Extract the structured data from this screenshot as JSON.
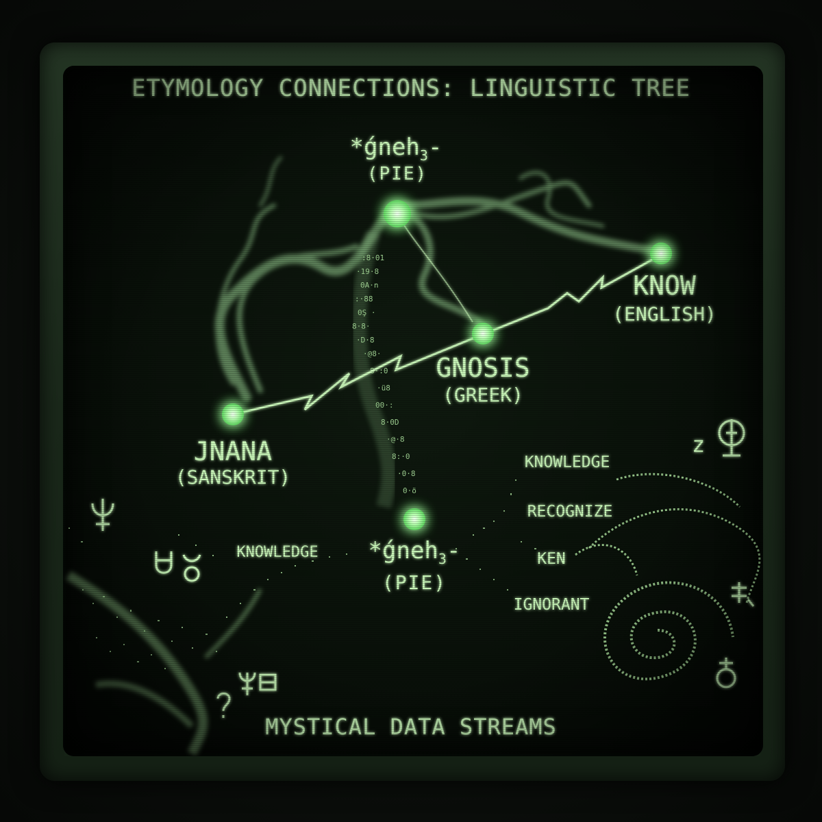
{
  "title": "ETYMOLOGY CONNECTIONS: LINGUISTIC TREE",
  "footer": "MYSTICAL DATA STREAMS",
  "colors": {
    "phosphor": "#c8f5b8",
    "node_glow": "#9dff9a",
    "background": "#070d07",
    "bezel": "#1f2f1f"
  },
  "nodes": {
    "root": {
      "word": "*ǵneh",
      "subscript": "3",
      "suffix": "-",
      "language": "(PIE)"
    },
    "know": {
      "word": "KNOW",
      "language": "(ENGLISH)"
    },
    "gnosis": {
      "word": "GNOSIS",
      "language": "(GREEK)"
    },
    "jnana": {
      "word": "JNANA",
      "language": "(SANSKRIT)"
    },
    "root_lower": {
      "word": "*ǵneh",
      "subscript": "3",
      "suffix": "-",
      "language": "(PIE)"
    }
  },
  "derivatives": {
    "left": "KNOWLEDGE",
    "right": [
      "KNOWLEDGE",
      "RECOGNIZE",
      "KEN",
      "IGNORANT"
    ]
  },
  "symbols": {
    "top_right": [
      "z",
      "planet-symbol-icon"
    ],
    "right_mid": "asterism-glyph-icon",
    "right_bottom": "earth-symbol-icon",
    "left_top": "neptune-symbol-icon",
    "left_mid": [
      "mercury-symbol-icon",
      "taurus-symbol-icon"
    ],
    "left_bottom": [
      "neptune-symbol-icon",
      "box-glyph-icon",
      "question-glyph-icon"
    ]
  }
}
